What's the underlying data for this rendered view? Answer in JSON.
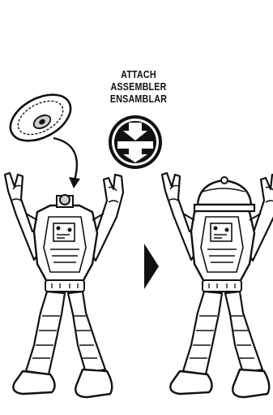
{
  "instruction": {
    "line1": "ATTACH",
    "line2": "ASSEMBLER",
    "line3": "ENSAMBLAR",
    "icon": "attach-assembly-icon"
  },
  "steps": [
    {
      "figure": "robot-figure-before",
      "part": "dome-head-disc"
    },
    {
      "figure": "robot-figure-after",
      "part": "dome-head-attached"
    }
  ],
  "arrow_icon": "arrow-right-icon",
  "colors": {
    "ink": "#111111",
    "fill": "#ffffff",
    "shade": "#cfcfcf"
  }
}
